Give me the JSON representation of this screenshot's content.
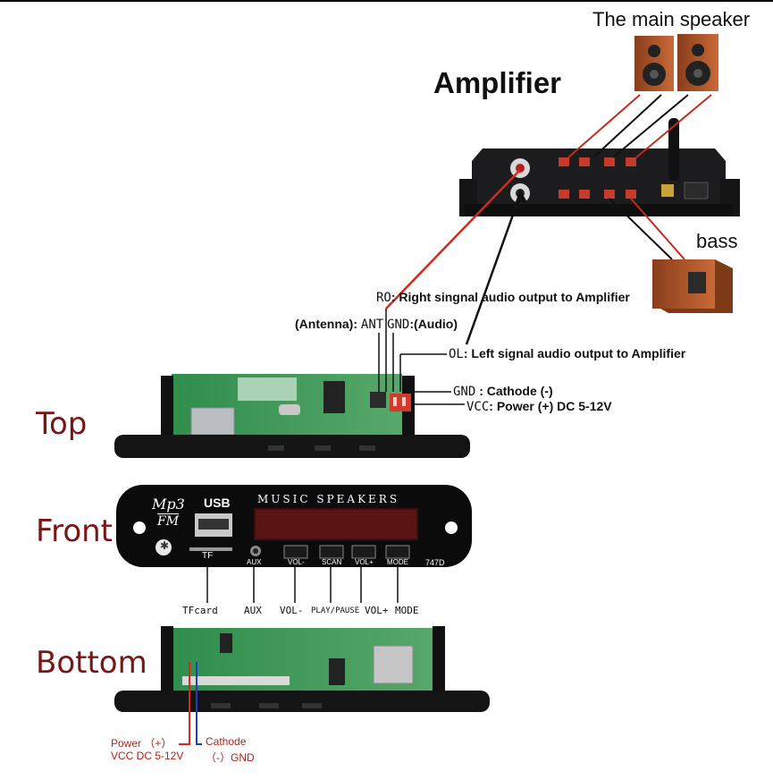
{
  "title": "Amplifier",
  "speakers": {
    "main_label": "The main speaker",
    "bass_label": "bass"
  },
  "sections": {
    "top": "Top",
    "front": "Front",
    "bottom": "Bottom"
  },
  "top_connectors": {
    "ro": {
      "pin": "RO",
      "desc": ": Right singnal audio output to Amplifier"
    },
    "ant": {
      "prefix": "(Antenna):",
      "pin": "ANT"
    },
    "gnd_audio": {
      "pin": "GND",
      "desc": ":(Audio)"
    },
    "ol": {
      "pin": "OL",
      "desc": ": Left signal audio output to Amplifier"
    },
    "gnd_power": {
      "pin": "GND",
      "desc": ": Cathode (-)"
    },
    "vcc": {
      "pin": "VCC",
      "desc": ": Power (+) DC 5-12V"
    }
  },
  "front_panel": {
    "brand_top": "Mp3",
    "brand_bottom": "FM",
    "usb": "USB",
    "music_speakers": "MUSIC SPEAKERS",
    "tf": "TF",
    "aux": "AUX",
    "model": "747D",
    "buttons": [
      "VOL-",
      "SCAN",
      "VOL+",
      "MODE"
    ]
  },
  "front_callouts": [
    "TFcard",
    "AUX",
    "VOL-",
    "PLAY/PAUSE",
    "VOL+",
    "MODE"
  ],
  "bottom_power": {
    "power_line1": "Power （+）",
    "power_line2": "VCC DC 5-12V",
    "cathode_line1": "Cathode",
    "cathode_line2": "（-）GND"
  },
  "colors": {
    "section_text": "#7a1515",
    "wire_red": "#d42a1e",
    "wire_black": "#111111",
    "wire_blue": "#1f3fbf"
  }
}
